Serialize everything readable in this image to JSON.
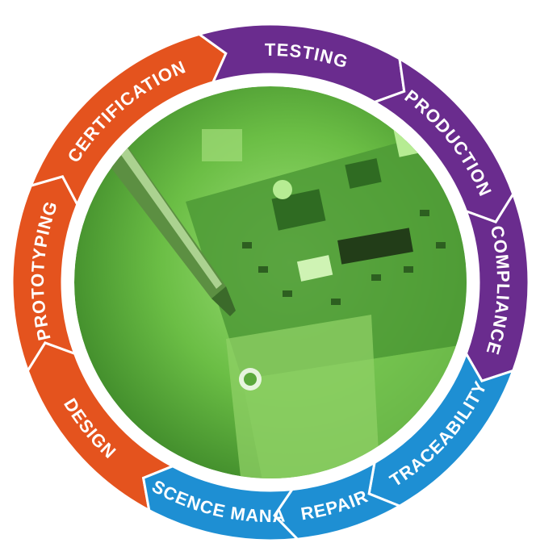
{
  "colors": {
    "orange": "#E4531E",
    "purple": "#6A2C8E",
    "blue": "#1E8FD3",
    "photo_tint": "#6BBE45"
  },
  "segments": [
    {
      "label": "DESIGN",
      "color": "orange"
    },
    {
      "label": "PROTOTYPING",
      "color": "orange"
    },
    {
      "label": "CERTIFICATION",
      "color": "orange"
    },
    {
      "label": "TESTING",
      "color": "purple"
    },
    {
      "label": "PRODUCTION",
      "color": "purple"
    },
    {
      "label": "COMPLIANCE",
      "color": "purple"
    },
    {
      "label": "TRACEABILITY",
      "color": "blue"
    },
    {
      "label": "REPAIR",
      "color": "blue"
    },
    {
      "label": "OBSOLESCENCE MANAGEMENT",
      "color": "blue"
    }
  ],
  "photo": {
    "subject": "soldering-iron-on-circuit-board"
  }
}
